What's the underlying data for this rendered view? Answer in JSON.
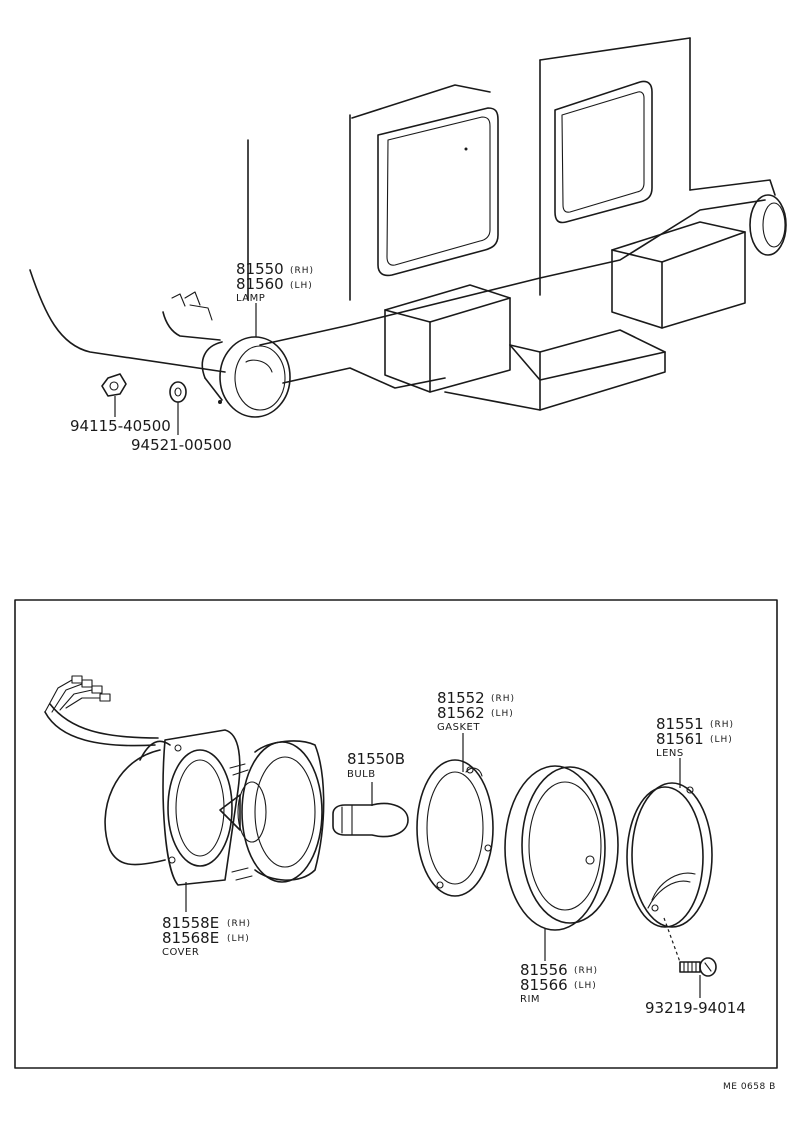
{
  "top_section": {
    "lamp_rh_part_no": "81550",
    "lamp_rh_side": "(RH)",
    "lamp_lh_part_no": "81560",
    "lamp_lh_side": "(LH)",
    "lamp_name": "LAMP",
    "nut_part_no": "94115-40500",
    "washer_part_no": "94521-00500"
  },
  "detail_section": {
    "cover_rh_part_no": "81558E",
    "cover_rh_side": "(RH)",
    "cover_lh_part_no": "81568E",
    "cover_lh_side": "(LH)",
    "cover_name": "COVER",
    "bulb_part_no": "81550B",
    "bulb_name": "BULB",
    "gasket_rh_part_no": "81552",
    "gasket_rh_side": "(RH)",
    "gasket_lh_part_no": "81562",
    "gasket_lh_side": "(LH)",
    "gasket_name": "GASKET",
    "rim_rh_part_no": "81556",
    "rim_rh_side": "(RH)",
    "rim_lh_part_no": "81566",
    "rim_lh_side": "(LH)",
    "rim_name": "RIM",
    "lens_rh_part_no": "81551",
    "lens_rh_side": "(RH)",
    "lens_lh_part_no": "81561",
    "lens_lh_side": "(LH)",
    "lens_name": "LENS",
    "screw_part_no": "93219-94014"
  },
  "drawing_code": "ME 0658 B"
}
